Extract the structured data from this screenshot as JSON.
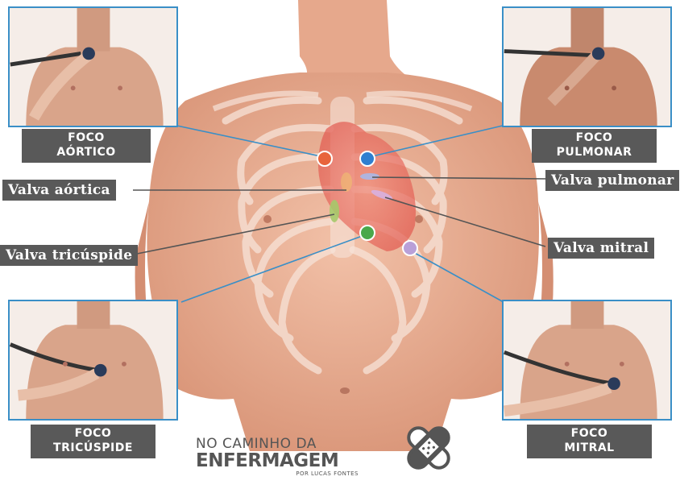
{
  "focos": {
    "aortico": {
      "line1": "FOCO",
      "line2": "AÓRTICO",
      "color": "#e8643c"
    },
    "pulmonar": {
      "line1": "FOCO",
      "line2": "PULMONAR",
      "color": "#2f7fd0"
    },
    "tricuspide": {
      "line1": "FOCO",
      "line2": "TRICÚSPIDE",
      "color": "#4aa84a"
    },
    "mitral": {
      "line1": "FOCO",
      "line2": "MITRAL",
      "color": "#b9a0d8"
    }
  },
  "valvas": {
    "aortica": "Valva aórtica",
    "pulmonar": "Valva pulmonar",
    "tricuspide": "Valva tricúspide",
    "mitral": "Valva mitral"
  },
  "brand": {
    "top": "NO CAMINHO DA",
    "main": "ENFERMAGEM",
    "sub": "POR LUCAS FONTES"
  },
  "colors": {
    "frame": "#3a8fc7",
    "label_bg": "#595959",
    "skin": "#e7a98e"
  }
}
